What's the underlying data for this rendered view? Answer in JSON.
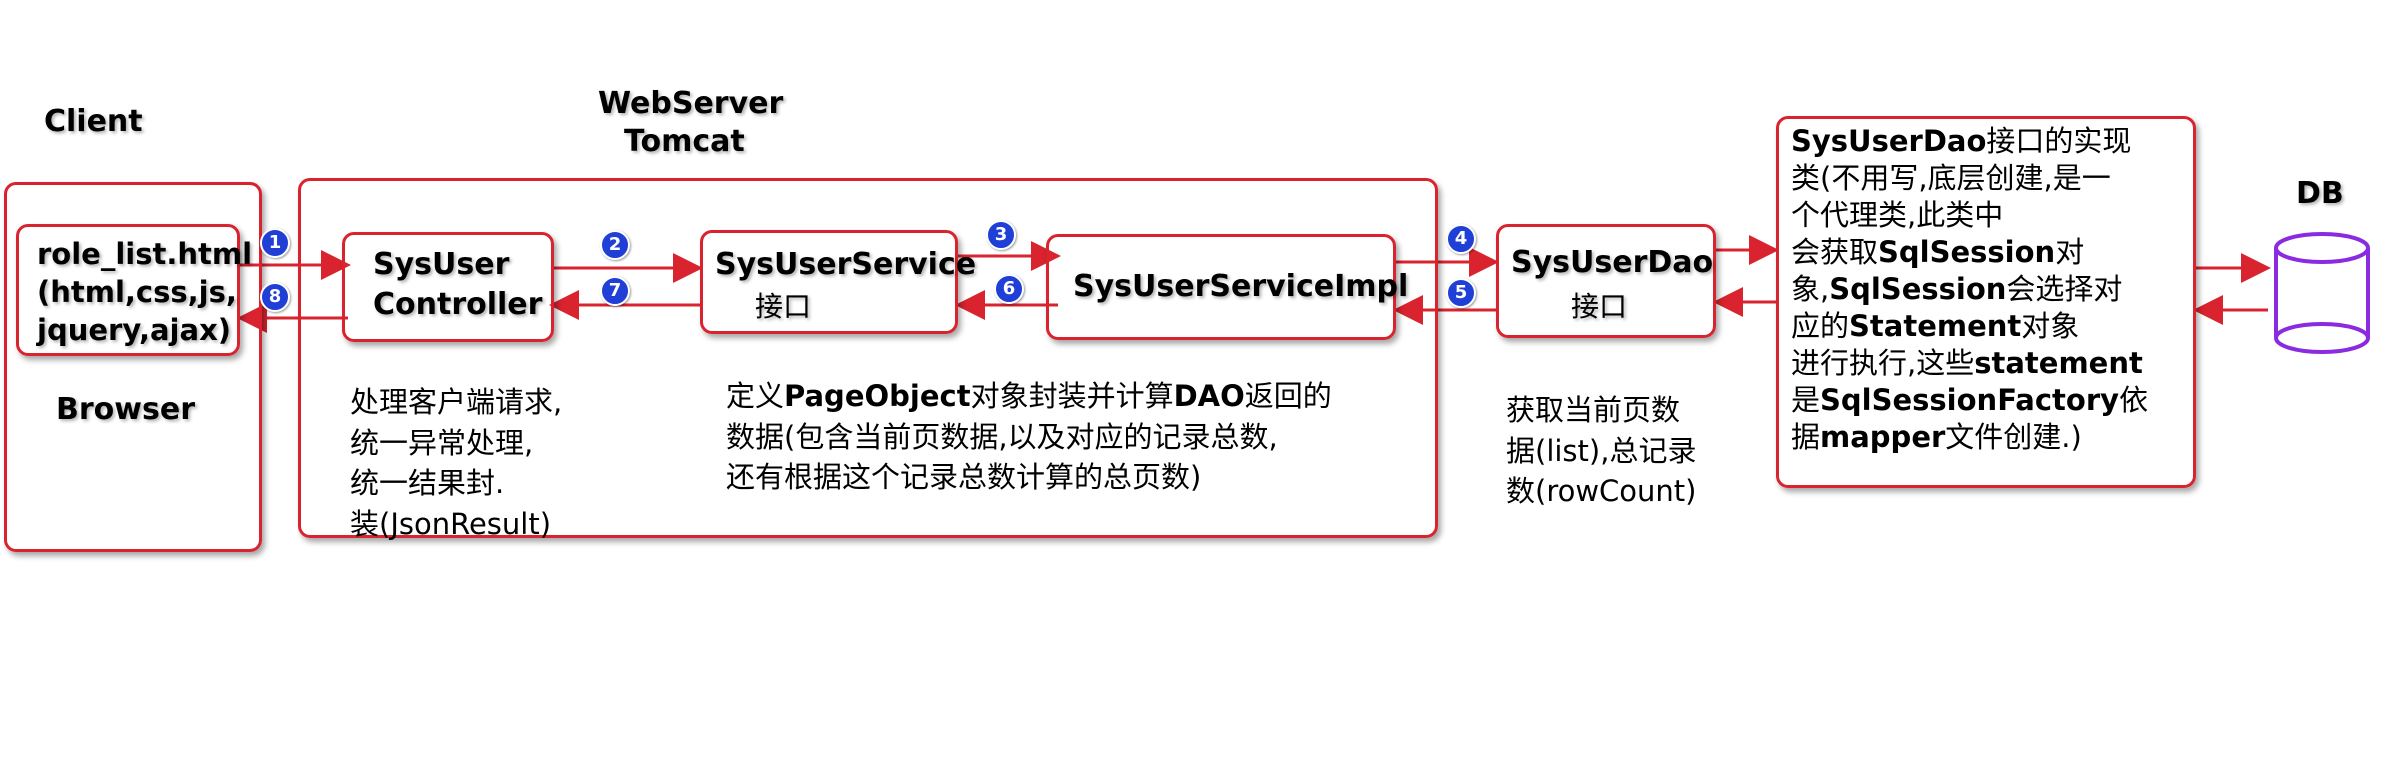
{
  "client": {
    "title": "Client",
    "browser": "Browser",
    "page_lines": [
      "role_list.html",
      "(html,css,js,",
      "jquery,ajax)"
    ]
  },
  "webserver": {
    "title_line1": "WebServer",
    "title_line2": "Tomcat"
  },
  "controller": {
    "line1": "SysUser",
    "line2": "Controller",
    "note": [
      "处理客户端请求,",
      "统一异常处理,",
      "统一结果封.",
      "装(JsonResult)"
    ]
  },
  "service": {
    "line1": "SysUserService",
    "line2": "接口",
    "note_line1_a": "定义",
    "note_line1_b": "PageObject",
    "note_line1_c": "对象封装并计算",
    "note_line1_d": "DAO",
    "note_line1_e": "返回的",
    "note_line2": "数据(包含当前页数据,以及对应的记录总数,",
    "note_line3": "还有根据这个记录总数计算的总页数)"
  },
  "service_impl": {
    "label": "SysUserServiceImpl"
  },
  "dao": {
    "line1": "SysUserDao",
    "line2": "接口",
    "note": [
      "获取当前页数",
      "据(list),总记录",
      "数(rowCount)"
    ]
  },
  "dao_impl": {
    "l1_a": "SysUserDao",
    "l1_b": "接口的实现",
    "l2": "类(不用写,底层创建,是一",
    "l3": "个代理类,此类中",
    "l4_a": "会获取",
    "l4_b": "SqlSession",
    "l4_c": "对",
    "l5_a": "象,",
    "l5_b": "SqlSession",
    "l5_c": "会选择对",
    "l6_a": "应的",
    "l6_b": "Statement",
    "l6_c": "对象",
    "l7_a": "进行执行,这些",
    "l7_b": "statement",
    "l8_a": "是",
    "l8_b": "SqlSessionFactory",
    "l8_c": "依",
    "l9_a": "据",
    "l9_b": "mapper",
    "l9_c": "文件创建.)"
  },
  "db": {
    "label": "DB"
  },
  "steps": [
    "1",
    "2",
    "3",
    "4",
    "5",
    "6",
    "7",
    "8"
  ],
  "colors": {
    "border": "#d9232e",
    "arrow": "#d9232e",
    "badge": "#1f3fd6",
    "db": "#8a2be2"
  }
}
